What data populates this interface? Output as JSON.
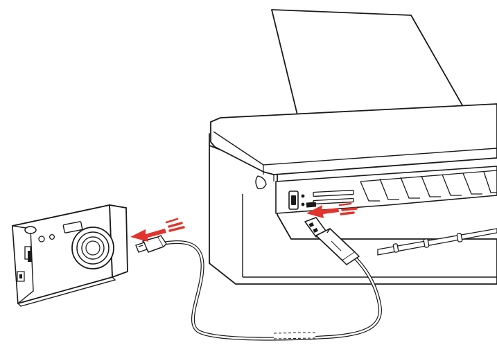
{
  "diagram": {
    "background": "#ffffff",
    "line_color": "#1a1a1a",
    "arrow_color": "#e2332c",
    "body_fill": "#ffffff",
    "shade_fill": "#f2f2f2",
    "elements": {
      "printer": "printer",
      "paper": "paper-sheet",
      "camera": "digital-camera",
      "cable": "usb-cable",
      "arrows": [
        "arrow-to-camera",
        "arrow-to-printer-port"
      ]
    }
  }
}
